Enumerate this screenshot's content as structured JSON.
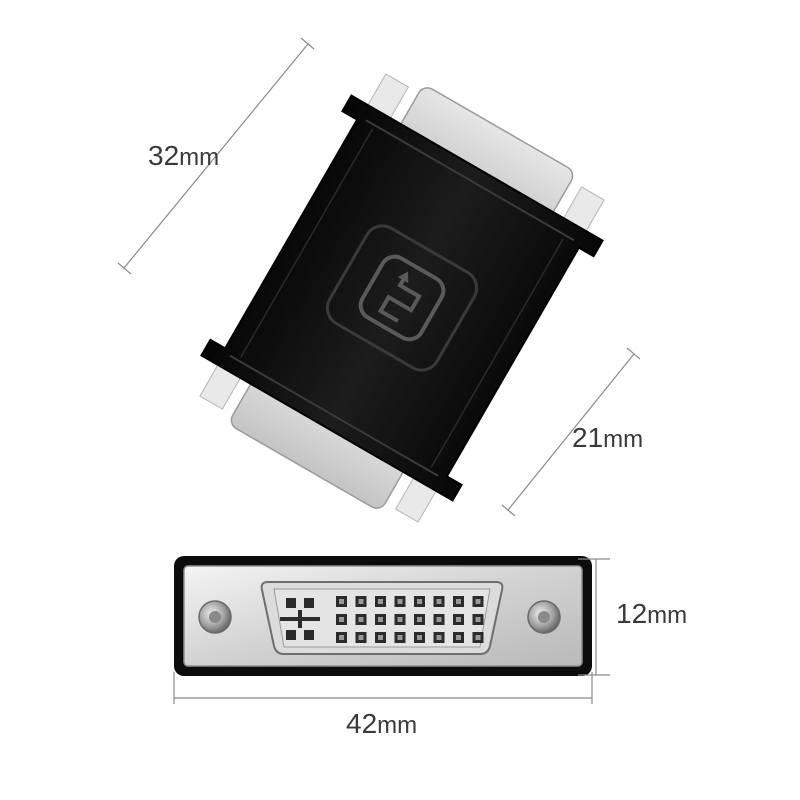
{
  "dimensions": {
    "length": {
      "value": "32",
      "unit": "mm"
    },
    "depth": {
      "value": "21",
      "unit": "mm"
    },
    "height": {
      "value": "12",
      "unit": "mm"
    },
    "width": {
      "value": "42",
      "unit": "mm"
    }
  },
  "colors": {
    "housing": "#111111",
    "metal": "#d8d8d8",
    "dimension_line": "#8a8a8a",
    "label": "#3a3a3a"
  },
  "icons": {
    "logo": "dvi-logo-icon",
    "screw": "screw-post-icon"
  }
}
